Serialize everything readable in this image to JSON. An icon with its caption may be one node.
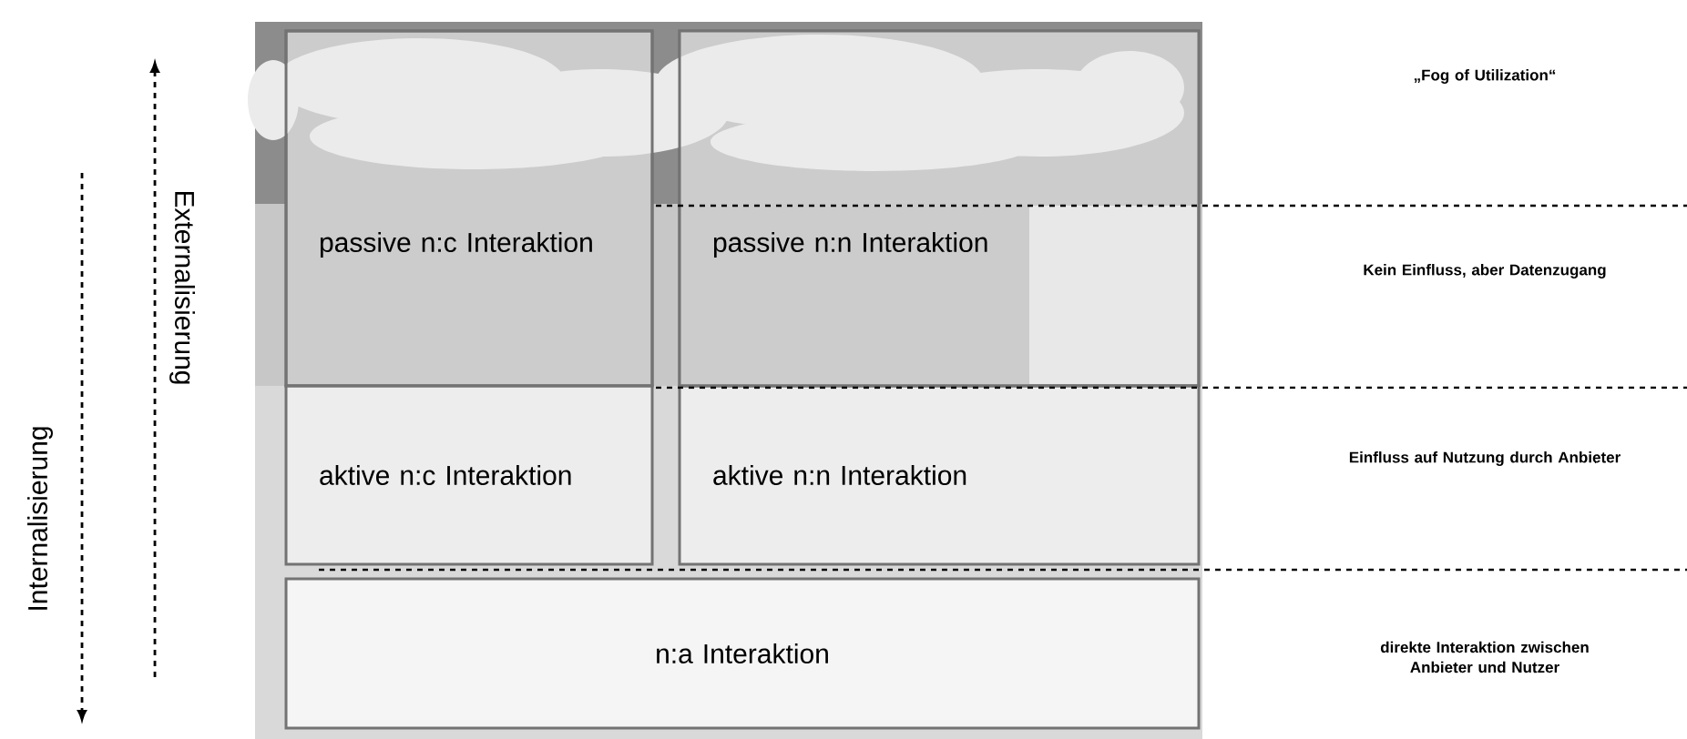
{
  "diagram": {
    "nodes": [
      {
        "text": [
          "passive n:c Interaktion"
        ]
      },
      {
        "text": [
          "passive n:n Interaktion"
        ]
      },
      {
        "text": [
          "aktive n:c Interaktion"
        ]
      },
      {
        "text": [
          "aktive n:n Interaktion"
        ]
      },
      {
        "text": [
          "n:a Interaktion"
        ]
      }
    ],
    "labels": [
      "Internalisierung",
      "Externalisierung",
      "„Fog of Utilization“",
      "Kein Einfluss, aber Datenzugang",
      "Einfluss auf Nutzung durch Anbieter",
      "direkte Interaktion zwischen Anbieter und Nutzer"
    ]
  }
}
